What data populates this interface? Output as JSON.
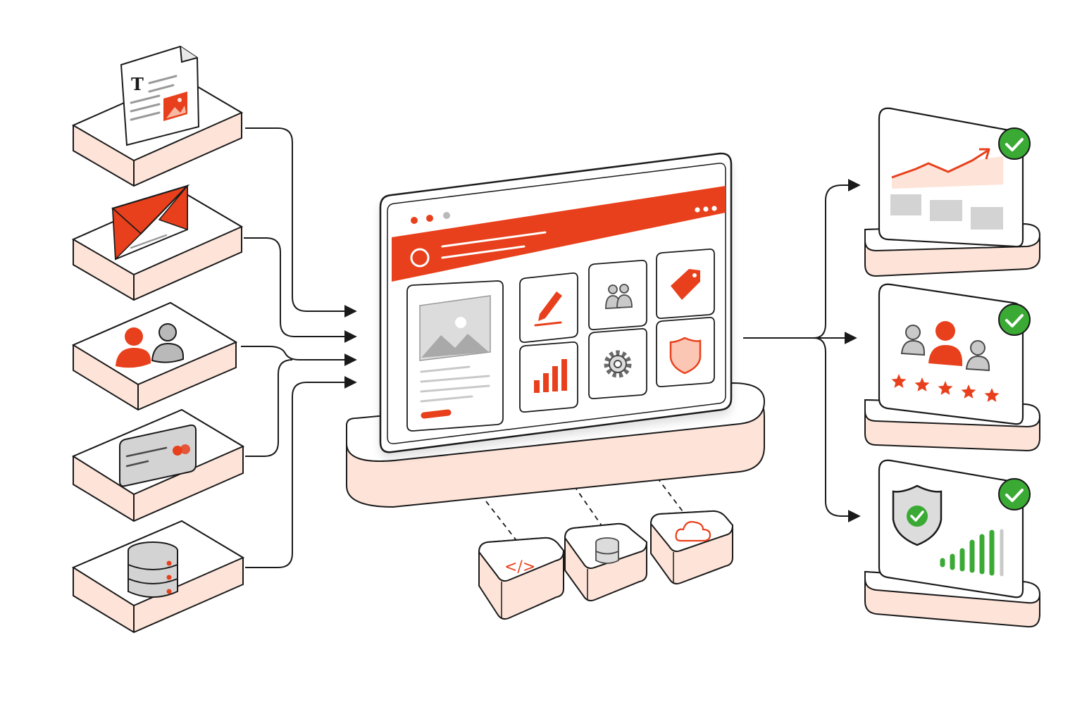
{
  "colors": {
    "accent": "#e8401c",
    "accent_light": "#fde3d8",
    "accent_soft": "#f7b9a3",
    "ink": "#1a1a1a",
    "gray": "#c9c9c9",
    "gray_dark": "#8e8e8e",
    "success": "#3aaa35",
    "paper": "#ffffff"
  },
  "inputs": [
    {
      "id": "document",
      "icon": "document-icon",
      "glyph": "T"
    },
    {
      "id": "email",
      "icon": "envelope-icon"
    },
    {
      "id": "users",
      "icon": "users-icon"
    },
    {
      "id": "payment",
      "icon": "credit-card-icon"
    },
    {
      "id": "database",
      "icon": "server-icon"
    }
  ],
  "dashboard": {
    "window_controls": [
      "close-dot",
      "minimize-dot",
      "zoom-dot"
    ],
    "menu_icon": "more-dots-icon",
    "tiles": [
      "edit-icon",
      "team-icon",
      "tag-icon",
      "bar-chart-icon",
      "gear-icon",
      "shield-icon"
    ],
    "card_icon": "image-placeholder-icon"
  },
  "integrations": [
    {
      "id": "code",
      "icon": "code-icon",
      "glyph": "</>"
    },
    {
      "id": "data",
      "icon": "database-icon"
    },
    {
      "id": "cloud",
      "icon": "cloud-icon"
    }
  ],
  "outputs": [
    {
      "id": "growth",
      "icon": "trend-chart-icon",
      "status": "check-icon"
    },
    {
      "id": "customers",
      "icon": "customer-rating-icon",
      "rating": 5,
      "status": "check-icon"
    },
    {
      "id": "security",
      "icon": "secure-shield-icon",
      "status": "check-icon"
    }
  ]
}
